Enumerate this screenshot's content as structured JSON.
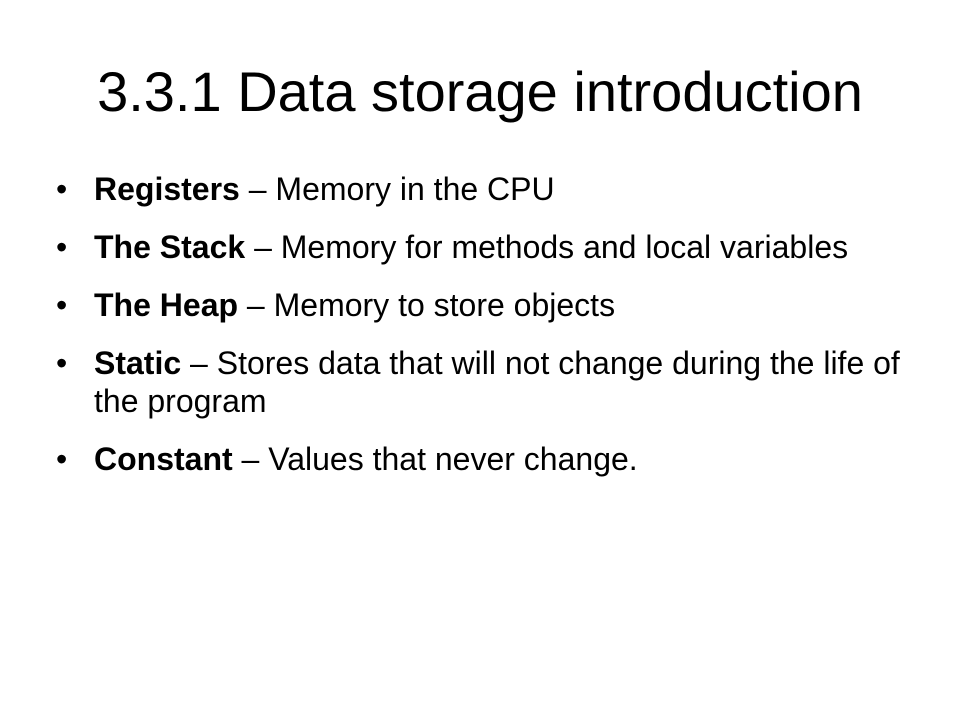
{
  "slide": {
    "title": "3.3.1 Data storage introduction",
    "bullet_glyph": "•",
    "separator": " – ",
    "bullets": [
      {
        "term": "Registers",
        "desc": "Memory in the CPU"
      },
      {
        "term": "The Stack",
        "desc": "Memory for methods and local variables"
      },
      {
        "term": "The Heap",
        "desc": "Memory to store objects"
      },
      {
        "term": "Static",
        "desc": "Stores data that will not change during the life of the program"
      },
      {
        "term": "Constant",
        "desc": "Values that never change."
      }
    ]
  }
}
